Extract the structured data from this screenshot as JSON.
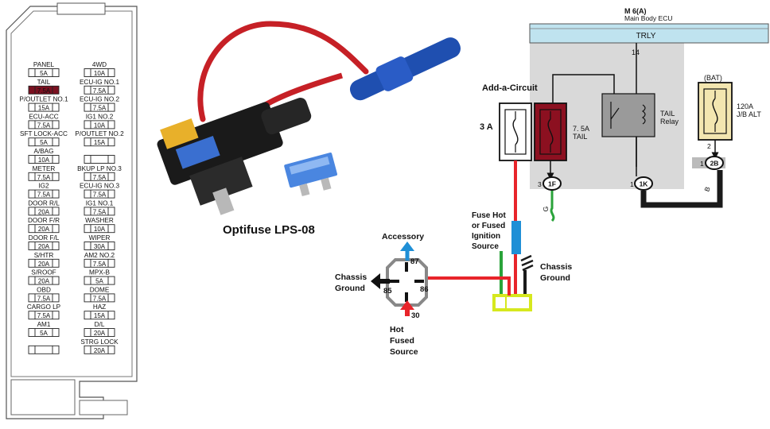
{
  "fuse_panel": {
    "rows": [
      {
        "left_name": "PANEL",
        "left_amp": "5A",
        "right_name": "4WD",
        "right_amp": "10A"
      },
      {
        "left_name": "TAIL",
        "left_amp": "7.5A",
        "right_name": "ECU-IG NO.1",
        "right_amp": "7.5A",
        "left_highlight": true
      },
      {
        "left_name": "P/OUTLET NO.1",
        "left_amp": "15A",
        "right_name": "ECU-IG NO.2",
        "right_amp": "7.5A"
      },
      {
        "left_name": "ECU-ACC",
        "left_amp": "7.5A",
        "right_name": "IG1 NO.2",
        "right_amp": "10A"
      },
      {
        "left_name": "SFT LOCK-ACC",
        "left_amp": "5A",
        "right_name": "P/OUTLET NO.2",
        "right_amp": "15A"
      },
      {
        "left_name": "A/BAG",
        "left_amp": "10A",
        "right_name": "",
        "right_amp": ""
      },
      {
        "left_name": "METER",
        "left_amp": "7.5A",
        "right_name": "BKUP LP NO.3",
        "right_amp": "7.5A"
      },
      {
        "left_name": "IG2",
        "left_amp": "7.5A",
        "right_name": "ECU-IG NO.3",
        "right_amp": "7.5A"
      },
      {
        "left_name": "DOOR R/L",
        "left_amp": "20A",
        "right_name": "IG1 NO.1",
        "right_amp": "7.5A"
      },
      {
        "left_name": "DOOR F/R",
        "left_amp": "20A",
        "right_name": "WASHER",
        "right_amp": "10A"
      },
      {
        "left_name": "DOOR F/L",
        "left_amp": "20A",
        "right_name": "WIPER",
        "right_amp": "30A"
      },
      {
        "left_name": "S/HTR",
        "left_amp": "20A",
        "right_name": "AM2 NO.2",
        "right_amp": "7.5A"
      },
      {
        "left_name": "S/ROOF",
        "left_amp": "20A",
        "right_name": "MPX-B",
        "right_amp": "5A"
      },
      {
        "left_name": "OBD",
        "left_amp": "7.5A",
        "right_name": "DOME",
        "right_amp": "7.5A"
      },
      {
        "left_name": "CARGO LP",
        "left_amp": "7.5A",
        "right_name": "HAZ",
        "right_amp": "15A"
      },
      {
        "left_name": "AM1",
        "left_amp": "5A",
        "right_name": "D/L",
        "right_amp": "20A"
      },
      {
        "left_name": "",
        "left_amp": "",
        "right_name": "STRG LOCK",
        "right_amp": "20A"
      }
    ],
    "highlight_color": "#7a1020"
  },
  "photo_caption": "Optifuse LPS-08",
  "ecu": {
    "title": "M 6(A)",
    "subtitle": "Main Body ECU",
    "bus_label": "TRLY",
    "pin_top": "14"
  },
  "add_a_circuit": {
    "title": "Add-a-Circuit",
    "amp": "3 A"
  },
  "tail_fuse": {
    "amp": "7. 5A",
    "name": "TAIL"
  },
  "relay": {
    "line1": "TAIL",
    "line2": "Relay"
  },
  "bat": {
    "label": "(BAT)",
    "amp": "120A",
    "name": "J/B ALT",
    "pin": "2"
  },
  "connectors": {
    "c1": {
      "pin": "3",
      "code": "1F",
      "wire": "G"
    },
    "c2": {
      "pin": "1",
      "code": "1K",
      "wire": "B"
    },
    "c3": {
      "pin": "1",
      "code": "2B"
    }
  },
  "fuse_hot_label": [
    "Fuse Hot",
    "or Fused",
    "Ignition",
    "Source"
  ],
  "chassis_ground_right": [
    "Chassis",
    "Ground"
  ],
  "relay_diagram": {
    "accessory": "Accessory",
    "pin87": "87",
    "pin85": "85",
    "pin86": "86",
    "pin30": "30",
    "chassis_ground": [
      "Chassis",
      "Ground"
    ],
    "hot_fused": [
      "Hot",
      "Fused",
      "Source"
    ]
  },
  "colors": {
    "red": "#e8242a",
    "blue": "#1f8fd6",
    "green": "#2aa33a",
    "black": "#1a1a1a",
    "yellow": "#d6e81e",
    "ecu_bg": "#d9d9d9",
    "bus_bg": "#bfe3ef",
    "fuse_red": "#8c1020",
    "fuse_tan": "#f3e6b0"
  }
}
